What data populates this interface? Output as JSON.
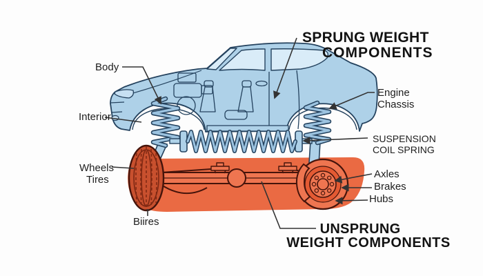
{
  "diagram": {
    "sprung_title": {
      "line1": "SPRUNG WEIGHT",
      "line2": "COMPONENTS"
    },
    "unsprung_title": {
      "line1": "UNSPRUNG",
      "line2": "WEIGHT COMPONENTS"
    },
    "labels": {
      "body": "Body",
      "interior": "Interior",
      "engine": "Engine",
      "chassis": "Chassis",
      "suspension_line1": "SUSPENSION",
      "suspension_line2": "COIL SPRING",
      "wheels": "Wheels",
      "tires": "Tires",
      "biires": "Biires",
      "axles": "Axles",
      "brakes": "Brakes",
      "hubs": "Hubs"
    },
    "colors": {
      "car_fill": "#aed1e8",
      "window_fill": "#d9ecf8",
      "car_outline": "#24425e",
      "spring_highlight": "#9cc3e0",
      "band_orange": "#ea6a43",
      "tire_fill": "#c8502e",
      "part_fill": "#ee7550",
      "part_outline": "#45140b",
      "leader_line": "#333333",
      "text": "#1d1d1d",
      "background": "#fdfdfd"
    }
  }
}
